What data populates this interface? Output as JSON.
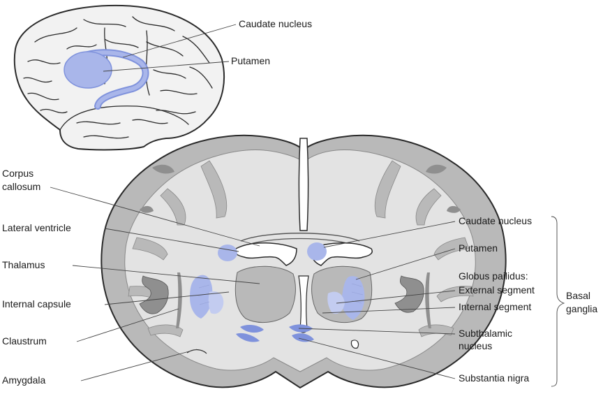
{
  "labels": {
    "sagittal": {
      "caudate": "Caudate nucleus",
      "putamen": "Putamen"
    },
    "left": {
      "corpus_1": "Corpus",
      "corpus_2": "callosum",
      "lateral_ventricle": "Lateral ventricle",
      "thalamus": "Thalamus",
      "internal_capsule": "Internal capsule",
      "claustrum": "Claustrum",
      "amygdala": "Amygdala"
    },
    "right": {
      "caudate": "Caudate nucleus",
      "putamen": "Putamen",
      "globus": "Globus pailidus:",
      "external": "External segment",
      "internal": "Internal segment",
      "subthalamic_1": "Subthalamic",
      "subthalamic_2": "nucleus",
      "substantia": "Substantia nigra"
    },
    "group_1": "Basal",
    "group_2": "ganglia"
  },
  "colors": {
    "gray_matter": "#b9b9b9",
    "white_matter": "#e3e3e3",
    "deep_gray": "#8f8f8f",
    "basal_blue": "#a9b6ea",
    "basal_blue_dark": "#7f92dc",
    "ventricle": "#ffffff",
    "brain_surface": "#f2f2f2"
  }
}
